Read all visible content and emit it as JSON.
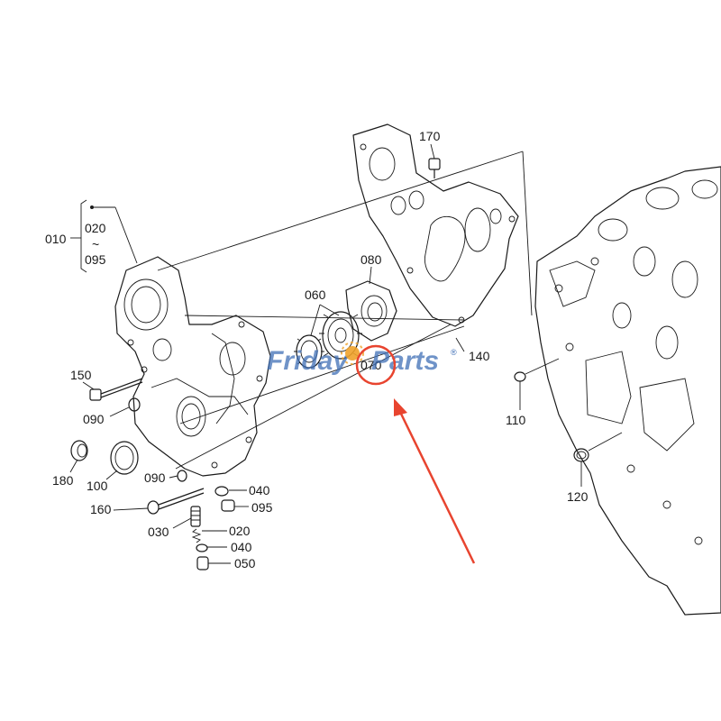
{
  "watermark": {
    "text_before": "Friday",
    "text_after": "Parts",
    "reg_mark": "®",
    "primary_color": "#3f6fb6",
    "accent_color": "#f0a22a",
    "logo_icon": "sun-icon"
  },
  "callouts": {
    "c010": "010",
    "c020_top": "020",
    "tilde": "~",
    "c095_top": "095",
    "c170": "170",
    "c080": "080",
    "c060": "060",
    "c070": "070",
    "c140": "140",
    "c150": "150",
    "c090_a": "090",
    "c180": "180",
    "c100": "100",
    "c090_b": "090",
    "c040_a": "040",
    "c095_b": "095",
    "c160": "160",
    "c030": "030",
    "c020_b": "020",
    "c040_b": "040",
    "c050": "050",
    "c110": "110",
    "c120": "120"
  },
  "highlight": {
    "target": "070",
    "color": "#e8442f"
  }
}
